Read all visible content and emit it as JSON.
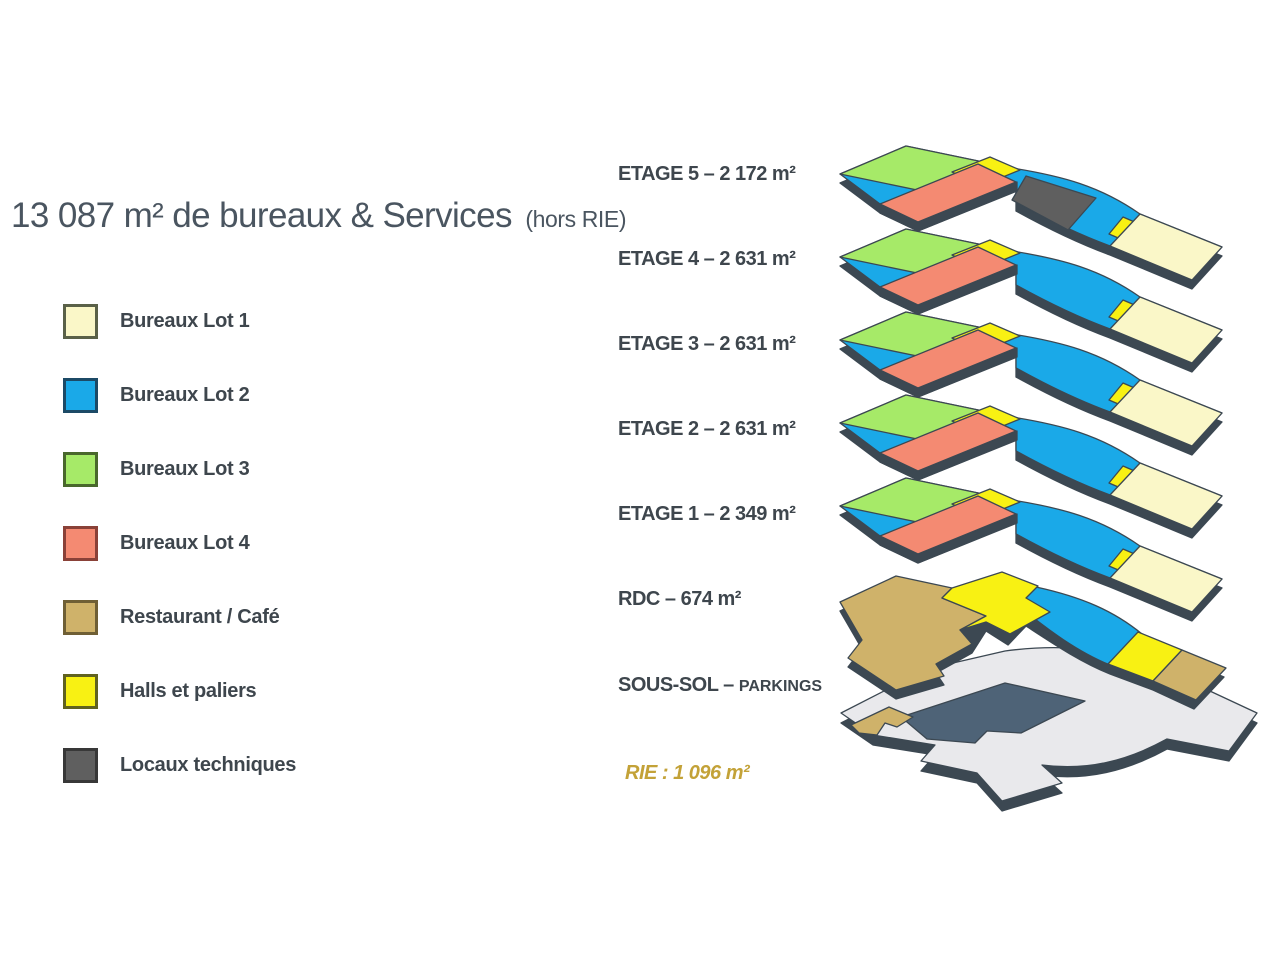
{
  "title": {
    "main": "13 087 m² de bureaux & Services",
    "note": "(hors RIE)"
  },
  "legend": {
    "items": [
      {
        "label": "Bureaux Lot 1",
        "color_key": "lot1"
      },
      {
        "label": "Bureaux Lot 2",
        "color_key": "lot2"
      },
      {
        "label": "Bureaux Lot 3",
        "color_key": "lot3"
      },
      {
        "label": "Bureaux Lot 4",
        "color_key": "lot4"
      },
      {
        "label": "Restaurant / Café",
        "color_key": "resto"
      },
      {
        "label": "Halls et paliers",
        "color_key": "halls"
      },
      {
        "label": "Locaux techniques",
        "color_key": "locaux"
      }
    ]
  },
  "floor_labels": [
    {
      "text": "ETAGE 5 – 2 172 m²"
    },
    {
      "text": "ETAGE 4 – 2 631 m²"
    },
    {
      "text": "ETAGE 3 – 2 631 m²"
    },
    {
      "text": "ETAGE 2 – 2 631 m²"
    },
    {
      "text": "ETAGE 1 – 2 349 m²"
    },
    {
      "text": "RDC – 674 m²"
    },
    {
      "text": "SOUS-SOL – ",
      "suffix": "PARKINGS"
    },
    {
      "text": "RIE : 1 096 m²"
    }
  ],
  "stack": {
    "floors": [
      {
        "name": "ETAGE 5",
        "zones": [
          "Bureaux Lot 3",
          "Halls et paliers",
          "Bureaux Lot 4",
          "Locaux techniques",
          "Bureaux Lot 2",
          "Halls et paliers",
          "Bureaux Lot 1"
        ]
      },
      {
        "name": "ETAGE 4",
        "zones": [
          "Bureaux Lot 3",
          "Halls et paliers",
          "Bureaux Lot 4",
          "Bureaux Lot 2",
          "Halls et paliers",
          "Bureaux Lot 1"
        ]
      },
      {
        "name": "ETAGE 3",
        "zones": [
          "Bureaux Lot 3",
          "Halls et paliers",
          "Bureaux Lot 4",
          "Bureaux Lot 2",
          "Halls et paliers",
          "Bureaux Lot 1"
        ]
      },
      {
        "name": "ETAGE 2",
        "zones": [
          "Bureaux Lot 3",
          "Halls et paliers",
          "Bureaux Lot 4",
          "Bureaux Lot 2",
          "Halls et paliers",
          "Bureaux Lot 1"
        ]
      },
      {
        "name": "ETAGE 1",
        "zones": [
          "Bureaux Lot 3",
          "Halls et paliers",
          "Bureaux Lot 4",
          "Bureaux Lot 2",
          "Halls et paliers",
          "Bureaux Lot 1"
        ]
      },
      {
        "name": "RDC",
        "zones": [
          "Restaurant / Café",
          "Halls et paliers",
          "Bureaux Lot 2",
          "Halls et paliers",
          "Restaurant / Café"
        ]
      },
      {
        "name": "SOUS-SOL",
        "zones": [
          "Parkings",
          "Locaux techniques",
          "RIE"
        ]
      }
    ]
  },
  "colors": {
    "lot1": "#faf7c8",
    "lot1b": "#5a6148",
    "lot2": "#1aa9e8",
    "lot2b": "#1c4a66",
    "lot3": "#a6ea68",
    "lot3b": "#49682c",
    "lot4": "#f48a72",
    "lot4b": "#8a4138",
    "resto": "#cfb26a",
    "restob": "#6f5f35",
    "halls": "#f8f113",
    "hallsb": "#60621f",
    "locaux": "#5f5f5f",
    "locauxb": "#383838",
    "edge": "#3c4852",
    "slate": "#4e6377",
    "gray": "#e9e9ec",
    "title": "#4a5560",
    "label": "#3e464d",
    "rie": "#c3a238"
  }
}
